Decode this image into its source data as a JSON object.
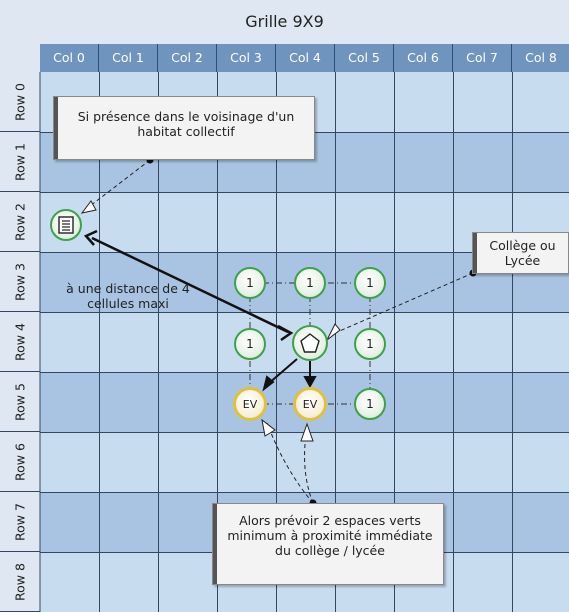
{
  "title": "Grille 9X9",
  "columns": [
    "Col 0",
    "Col 1",
    "Col 2",
    "Col 3",
    "Col 4",
    "Col 5",
    "Col 6",
    "Col 7",
    "Col 8"
  ],
  "rows": [
    "Row 0",
    "Row 1",
    "Row 2",
    "Row 3",
    "Row 4",
    "Row 5",
    "Row 6",
    "Row 7",
    "Row 8"
  ],
  "notes": {
    "habitat": "Si présence dans le voisinage d'un habitat collectif",
    "college": "Collège ou Lycée",
    "distance": "à une distance de 4 cellules maxi",
    "espaces": "Alors prévoir 2 espaces verts minimum à proximité immédiate du collège / lycée"
  },
  "nodes": {
    "r3c3": "1",
    "r3c4": "1",
    "r3c5": "1",
    "r4c3": "1",
    "r4c5": "1",
    "r5c3": "EV",
    "r5c4": "EV",
    "r5c5": "1"
  },
  "icons": {
    "building": "building-icon",
    "pentagon": "pentagon-icon"
  },
  "colors": {
    "header_blue": "#6f94be",
    "cell_light": "#c8dcf0",
    "cell_dark": "#a8c4e2",
    "node_border": "#3ea04a",
    "ev_border": "#e0c040"
  }
}
